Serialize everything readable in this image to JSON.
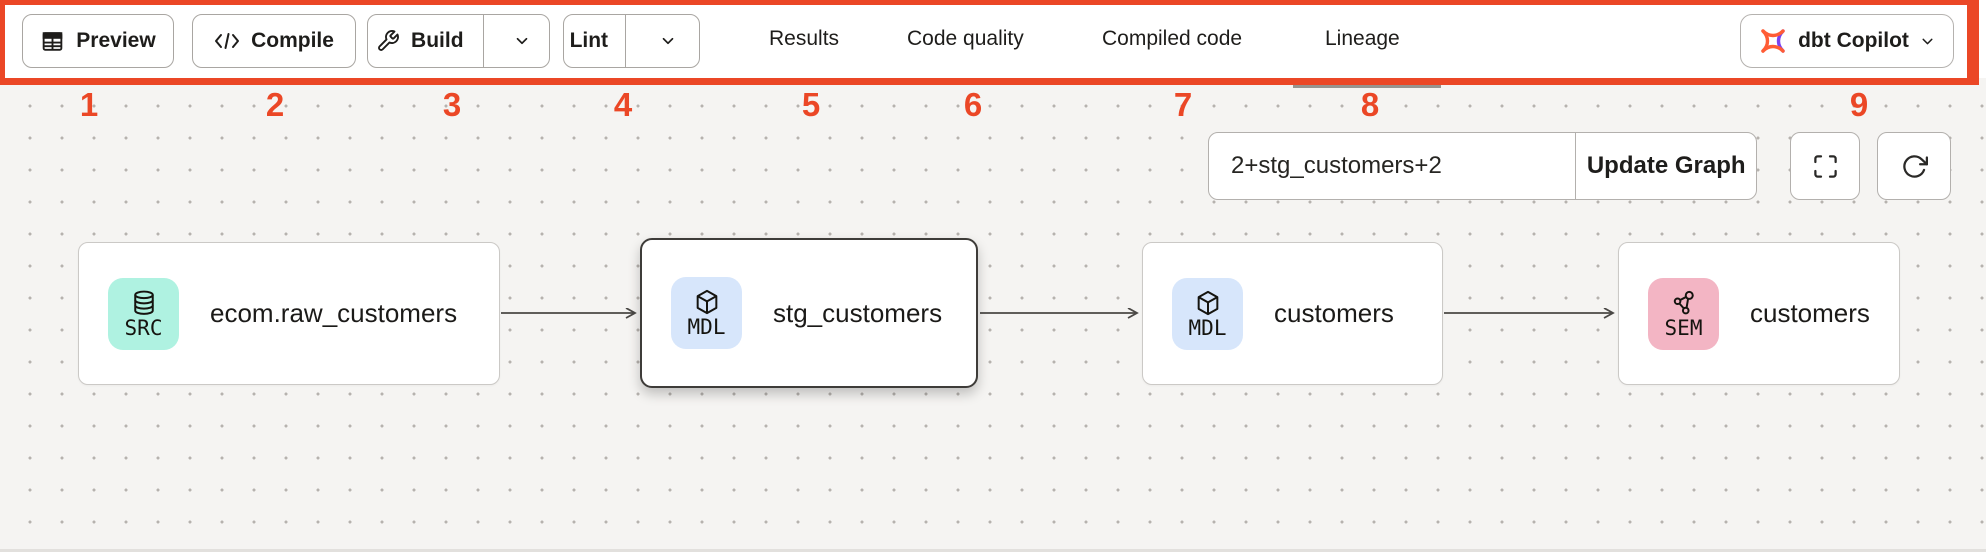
{
  "colors": {
    "annotation_red": "#EB4726",
    "toolbar_bg": "#FFFFFF",
    "canvas_bg": "#F5F4F2",
    "badge_source": "#AFF2E1",
    "badge_model": "#D7E6FB",
    "badge_semantic": "#F3B5C4",
    "copilot_orange": "#FF5C35",
    "copilot_purple": "#7B42F1"
  },
  "toolbar": {
    "buttons": {
      "preview": {
        "label": "Preview",
        "icon": "table-icon"
      },
      "compile": {
        "label": "Compile",
        "icon": "code-icon"
      },
      "build": {
        "label": "Build",
        "icon": "wrench-icon",
        "has_dropdown": true
      },
      "lint": {
        "label": "Lint",
        "has_dropdown": true
      }
    },
    "tabs": [
      {
        "label": "Results",
        "active": false
      },
      {
        "label": "Code quality",
        "active": false
      },
      {
        "label": "Compiled code",
        "active": false
      },
      {
        "label": "Lineage",
        "active": true
      }
    ],
    "copilot": {
      "label": "dbt Copilot",
      "icon": "dbt-logo-icon",
      "has_dropdown": true
    }
  },
  "annotations": {
    "numbers": [
      "1",
      "2",
      "3",
      "4",
      "5",
      "6",
      "7",
      "8",
      "9"
    ]
  },
  "lineage": {
    "selector": {
      "value": "2+stg_customers+2",
      "update_button": "Update Graph"
    },
    "controls": {
      "fullscreen": "fullscreen-icon",
      "refresh": "refresh-icon"
    },
    "nodes": [
      {
        "label": "ecom.raw_customers",
        "badge": "SRC",
        "badge_color": "#AFF2E1",
        "type": "source",
        "icon": "database-icon",
        "selected": false
      },
      {
        "label": "stg_customers",
        "badge": "MDL",
        "badge_color": "#D7E6FB",
        "type": "model",
        "icon": "cube-icon",
        "selected": true
      },
      {
        "label": "customers",
        "badge": "MDL",
        "badge_color": "#D7E6FB",
        "type": "model",
        "icon": "cube-icon",
        "selected": false
      },
      {
        "label": "customers",
        "badge": "SEM",
        "badge_color": "#F3B5C4",
        "type": "semantic_model",
        "icon": "network-icon",
        "selected": false
      }
    ],
    "edges": [
      {
        "from": 0,
        "to": 1
      },
      {
        "from": 1,
        "to": 2
      },
      {
        "from": 2,
        "to": 3
      }
    ]
  }
}
